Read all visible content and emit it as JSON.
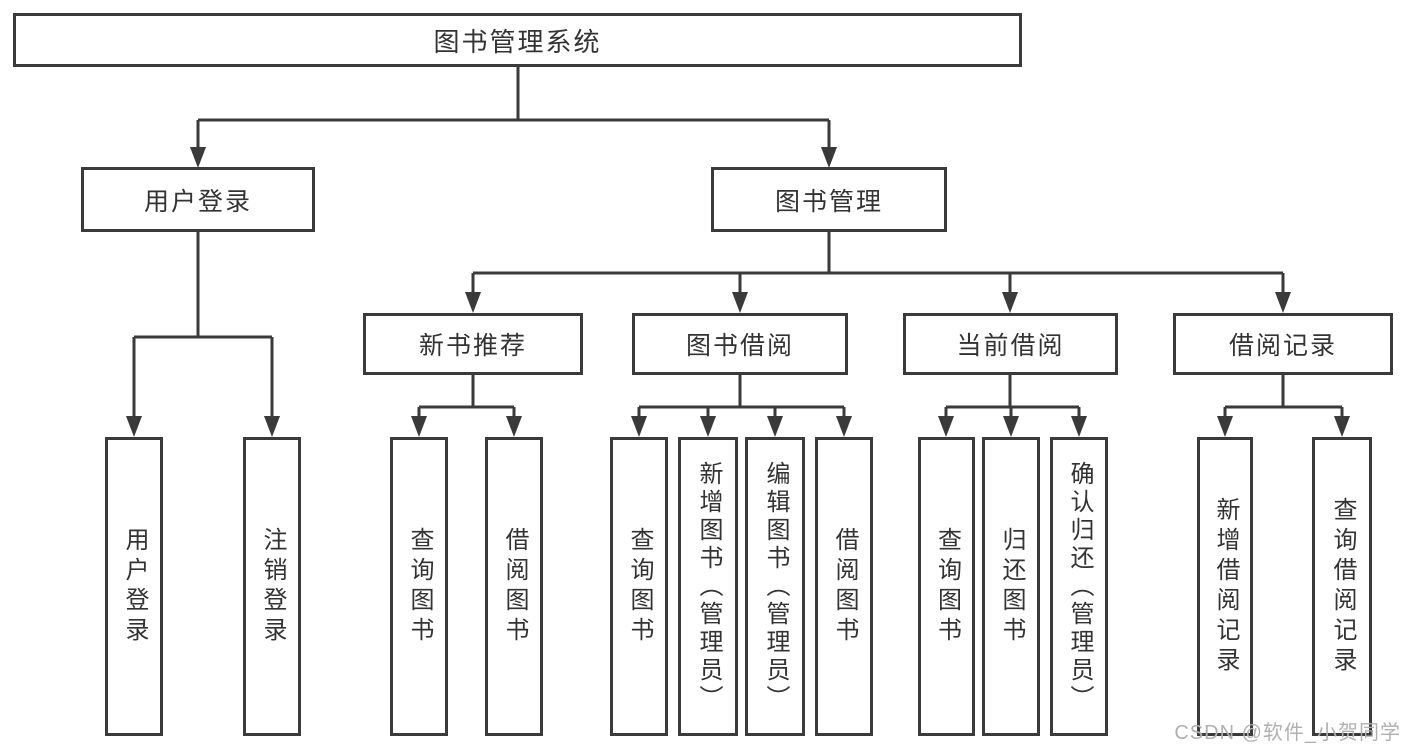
{
  "diagram": {
    "type": "hierarchy-tree",
    "root": {
      "label": "图书管理系统"
    },
    "level2": [
      {
        "label": "用户登录"
      },
      {
        "label": "图书管理"
      }
    ],
    "level3": [
      {
        "label": "新书推荐",
        "parent": "图书管理"
      },
      {
        "label": "图书借阅",
        "parent": "图书管理"
      },
      {
        "label": "当前借阅",
        "parent": "图书管理"
      },
      {
        "label": "借阅记录",
        "parent": "图书管理"
      }
    ],
    "leaves": [
      {
        "label": "用户登录",
        "parent": "用户登录"
      },
      {
        "label": "注销登录",
        "parent": "用户登录"
      },
      {
        "label": "查询图书",
        "parent": "新书推荐"
      },
      {
        "label": "借阅图书",
        "parent": "新书推荐"
      },
      {
        "label": "查询图书",
        "parent": "图书借阅"
      },
      {
        "label": "新增图书（管理员）",
        "parent": "图书借阅"
      },
      {
        "label": "编辑图书（管理员）",
        "parent": "图书借阅"
      },
      {
        "label": "借阅图书",
        "parent": "图书借阅"
      },
      {
        "label": "查询图书",
        "parent": "当前借阅"
      },
      {
        "label": "归还图书",
        "parent": "当前借阅"
      },
      {
        "label": "确认归还（管理员）",
        "parent": "当前借阅"
      },
      {
        "label": "新增借阅记录",
        "parent": "借阅记录"
      },
      {
        "label": "查询借阅记录",
        "parent": "借阅记录"
      }
    ]
  },
  "watermark": {
    "text": "CSDN @软件_小贺同学"
  },
  "colors": {
    "line": "#3a3a3a",
    "text": "#333333",
    "background": "#ffffff",
    "watermark": "#b0b0b0"
  }
}
